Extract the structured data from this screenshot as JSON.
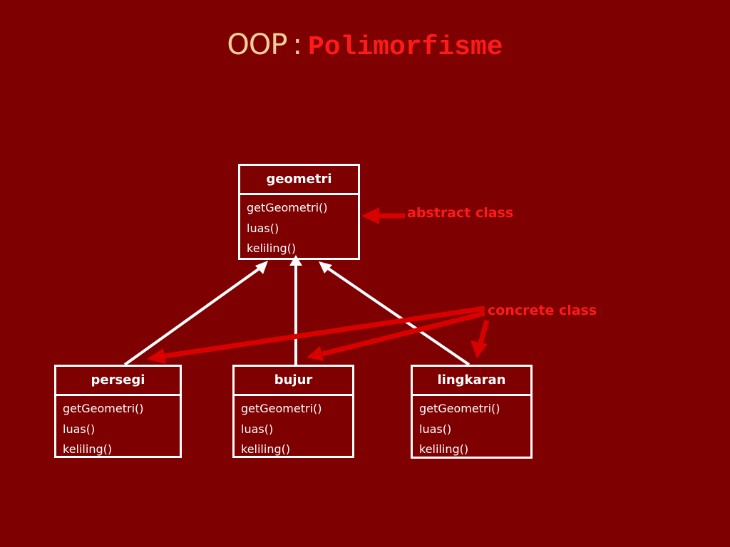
{
  "title": {
    "main": "OOP",
    "separator": ":",
    "sub": "Polimorfisme"
  },
  "colors": {
    "background": "#7e0000",
    "box_stroke": "#ffffff",
    "callout_red": "#ff1a1a",
    "arrow_red": "#d90000",
    "title_main": "#f2cf9a"
  },
  "classes": {
    "base": {
      "name": "geometri",
      "methods": [
        "getGeometri()",
        "luas()",
        "keliling()"
      ]
    },
    "square": {
      "name": "persegi",
      "methods": [
        "getGeometri()",
        "luas()",
        "keliling()"
      ]
    },
    "rectangle": {
      "name": "bujur",
      "methods": [
        "getGeometri()",
        "luas()",
        "keliling()"
      ]
    },
    "circle": {
      "name": "lingkaran",
      "methods": [
        "getGeometri()",
        "luas()",
        "keliling()"
      ]
    }
  },
  "callouts": {
    "abstract": "abstract class",
    "concrete": "concrete class"
  },
  "relations": [
    {
      "from": "persegi",
      "to": "geometri",
      "type": "inheritance"
    },
    {
      "from": "bujur",
      "to": "geometri",
      "type": "inheritance"
    },
    {
      "from": "lingkaran",
      "to": "geometri",
      "type": "inheritance"
    }
  ]
}
